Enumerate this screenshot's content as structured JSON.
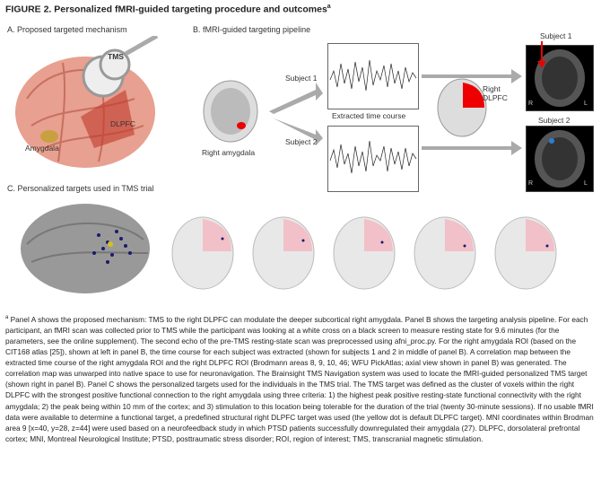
{
  "figure": {
    "title": "FIGURE 2.  Personalized fMRI-guided targeting procedure and outcomes",
    "title_sup": "a"
  },
  "panel_a": {
    "label": "A.  Proposed targeted mechanism",
    "tms": "TMS",
    "dlpfc": "DLPFC",
    "amygdala": "Amygdala"
  },
  "panel_b": {
    "label": "B.  fMRI-guided targeting pipeline",
    "right_amygdala": "Right amygdala",
    "subject1": "Subject 1",
    "subject2": "Subject 2",
    "extracted": "Extracted time course",
    "right_dlpfc": "Right\nDLPFC",
    "mri_subject1": "Subject 1",
    "mri_subject2": "Subject 2",
    "r": "R",
    "l": "L"
  },
  "panel_c": {
    "label": "C.  Personalized targets used in TMS trial"
  },
  "caption": {
    "sup": "a",
    "text": " Panel A shows the proposed mechanism: TMS to the right DLPFC can modulate the deeper subcortical right amygdala. Panel B shows the targeting analysis pipeline. For each participant, an fMRI scan was collected prior to TMS while the participant was looking at a white cross on a black screen to measure resting state for 9.6 minutes (for the parameters, see the online supplement). The second echo of the pre-TMS resting-state scan was preprocessed using afni_proc.py. For the right amygdala ROI (based on the CIT168 atlas [25]), shown at left in panel B, the time course for each subject was extracted (shown for subjects 1 and 2 in middle of panel B). A correlation map between the extracted time course of the right amygdala ROI and the right DLPFC ROI (Brodmann areas 8, 9, 10, 46; WFU PickAtlas; axial view shown in panel B) was generated. The correlation map was unwarped into native space to use for neuronavigation. The Brainsight TMS Navigation system was used to locate the fMRI-guided personalized TMS target (shown right in panel B). Panel C shows the personalized targets used for the individuals in the TMS trial. The TMS target was defined as the cluster of voxels within the right DLPFC with the strongest positive functional connection to the right amygdala using three criteria: 1) the highest peak positive resting-state functional connectivity with the right amygdala; 2) the peak being within 10 mm of the cortex; and 3) stimulation to this location being tolerable for the duration of the trial (twenty 30-minute sessions). If no usable fMRI data were available to determine a functional target, a predefined structural right DLPFC target was used (the yellow dot is default DLPFC target). MNI coordinates within Brodman area 9 [x=40, y=28, z=44] were used based on a neurofeedback study in which PTSD patients successfully downregulated their amygdala (27). DLPFC, dorsolateral prefrontal cortex; MNI, Montreal Neurological Institute; PTSD, posttraumatic stress disorder; ROI, region of interest; TMS, transcranial magnetic stimulation."
  }
}
